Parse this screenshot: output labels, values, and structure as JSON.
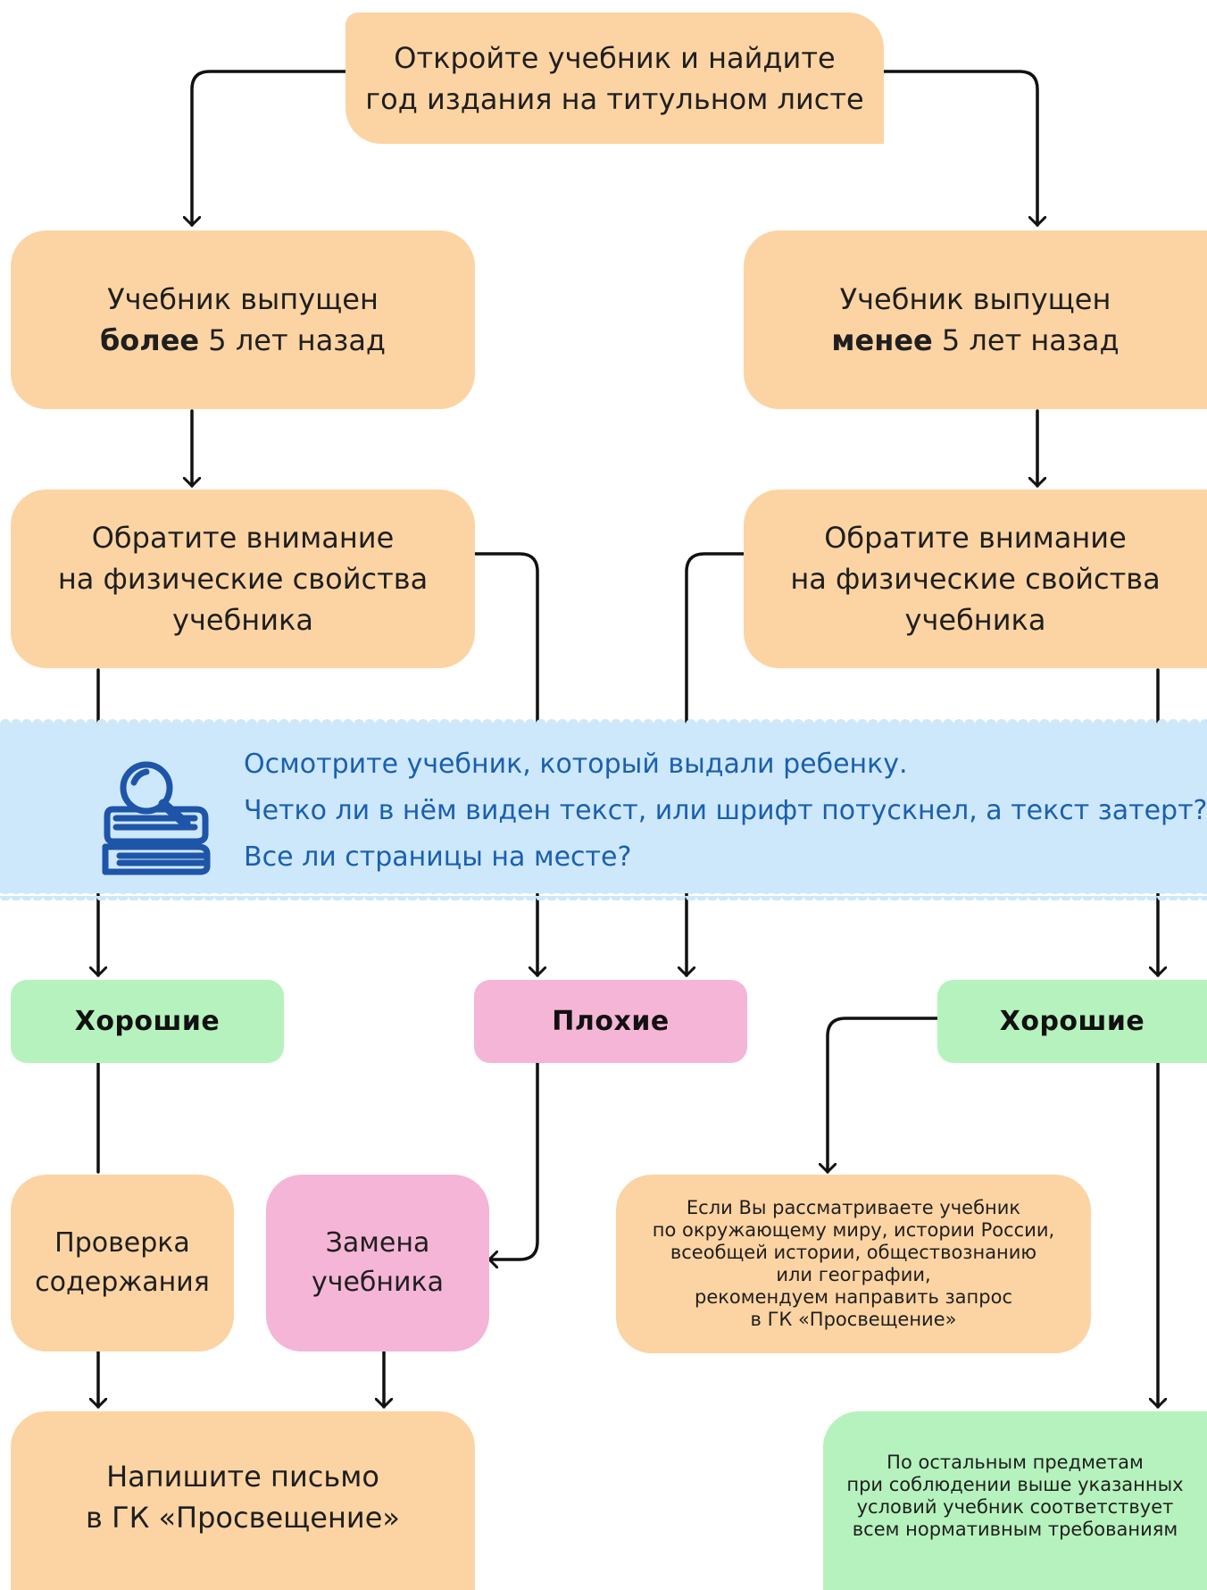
{
  "start": {
    "line1": "Откройте учебник и найдите",
    "line2": "год издания на титульном листе"
  },
  "left_branch": {
    "age_line1": "Учебник выпущен",
    "age_bold": "более",
    "age_rest": " 5 лет назад",
    "check_line1": "Обратите внимание",
    "check_line2": "на физические свойства",
    "check_line3": "учебника",
    "good_label": "Хорошие",
    "content_check_line1": "Проверка",
    "content_check_line2": "содержания",
    "letter_line1": "Напишите письмо",
    "letter_line2": "в ГК «Просвещение»"
  },
  "right_branch": {
    "age_line1": "Учебник выпущен",
    "age_bold": "менее",
    "age_rest": " 5 лет назад",
    "check_line1": "Обратите внимание",
    "check_line2": "на физические свойства",
    "check_line3": "учебника",
    "good_label": "Хорошие",
    "request_lines": [
      "Если Вы рассматриваете учебник",
      "по окружающему миру, истории России,",
      "всеобщей истории, обществознанию",
      "или географии,",
      "рекомендуем направить запрос",
      "в ГК «Просвещение»"
    ],
    "other_lines": [
      "По остальным предметам",
      "при соблюдении выше указанных",
      "условий учебник соответствует",
      "всем нормативным требованиям"
    ]
  },
  "bad": {
    "label": "Плохие",
    "replace_line1": "Замена",
    "replace_line2": "учебника"
  },
  "info_band": {
    "line1": "Осмотрите учебник, который выдали ребенку.",
    "line2": "Четко ли в нём виден текст, или шрифт потускнел, а текст затерт?",
    "line3": "Все ли страницы на месте?",
    "icon": "book-magnifier-icon"
  },
  "colors": {
    "peach": "#fcd4a3",
    "green": "#b6f2bd",
    "pink": "#f5b5d7",
    "band": "#cde8fb",
    "band_text": "#1b5fb0",
    "icon": "#1e55a8"
  }
}
